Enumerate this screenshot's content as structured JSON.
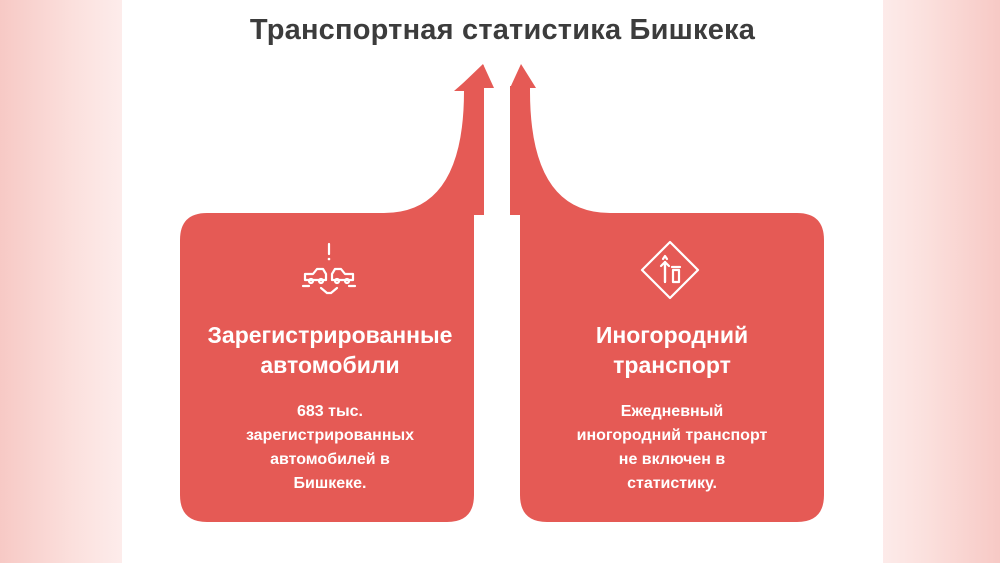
{
  "title": "Транспортная статистика Бишкека",
  "colors": {
    "accent": "#e55a55",
    "title": "#3c3c3c",
    "text_on_accent": "#ffffff",
    "background": "#ffffff",
    "side_tint": "#f7c9c5"
  },
  "cards": [
    {
      "icon": "car-crossing-alert-icon",
      "heading": [
        "Зарегистрированные",
        "автомобили"
      ],
      "body": [
        "683 тыс.",
        "зарегистрированных",
        "автомобилей в",
        "Бишкеке."
      ]
    },
    {
      "icon": "road-sign-upward-arrow-icon",
      "heading": [
        "Иногородний",
        "транспорт"
      ],
      "body": [
        "Ежедневный",
        "иногородний транспорт",
        "не включен в",
        "статистику."
      ]
    }
  ]
}
